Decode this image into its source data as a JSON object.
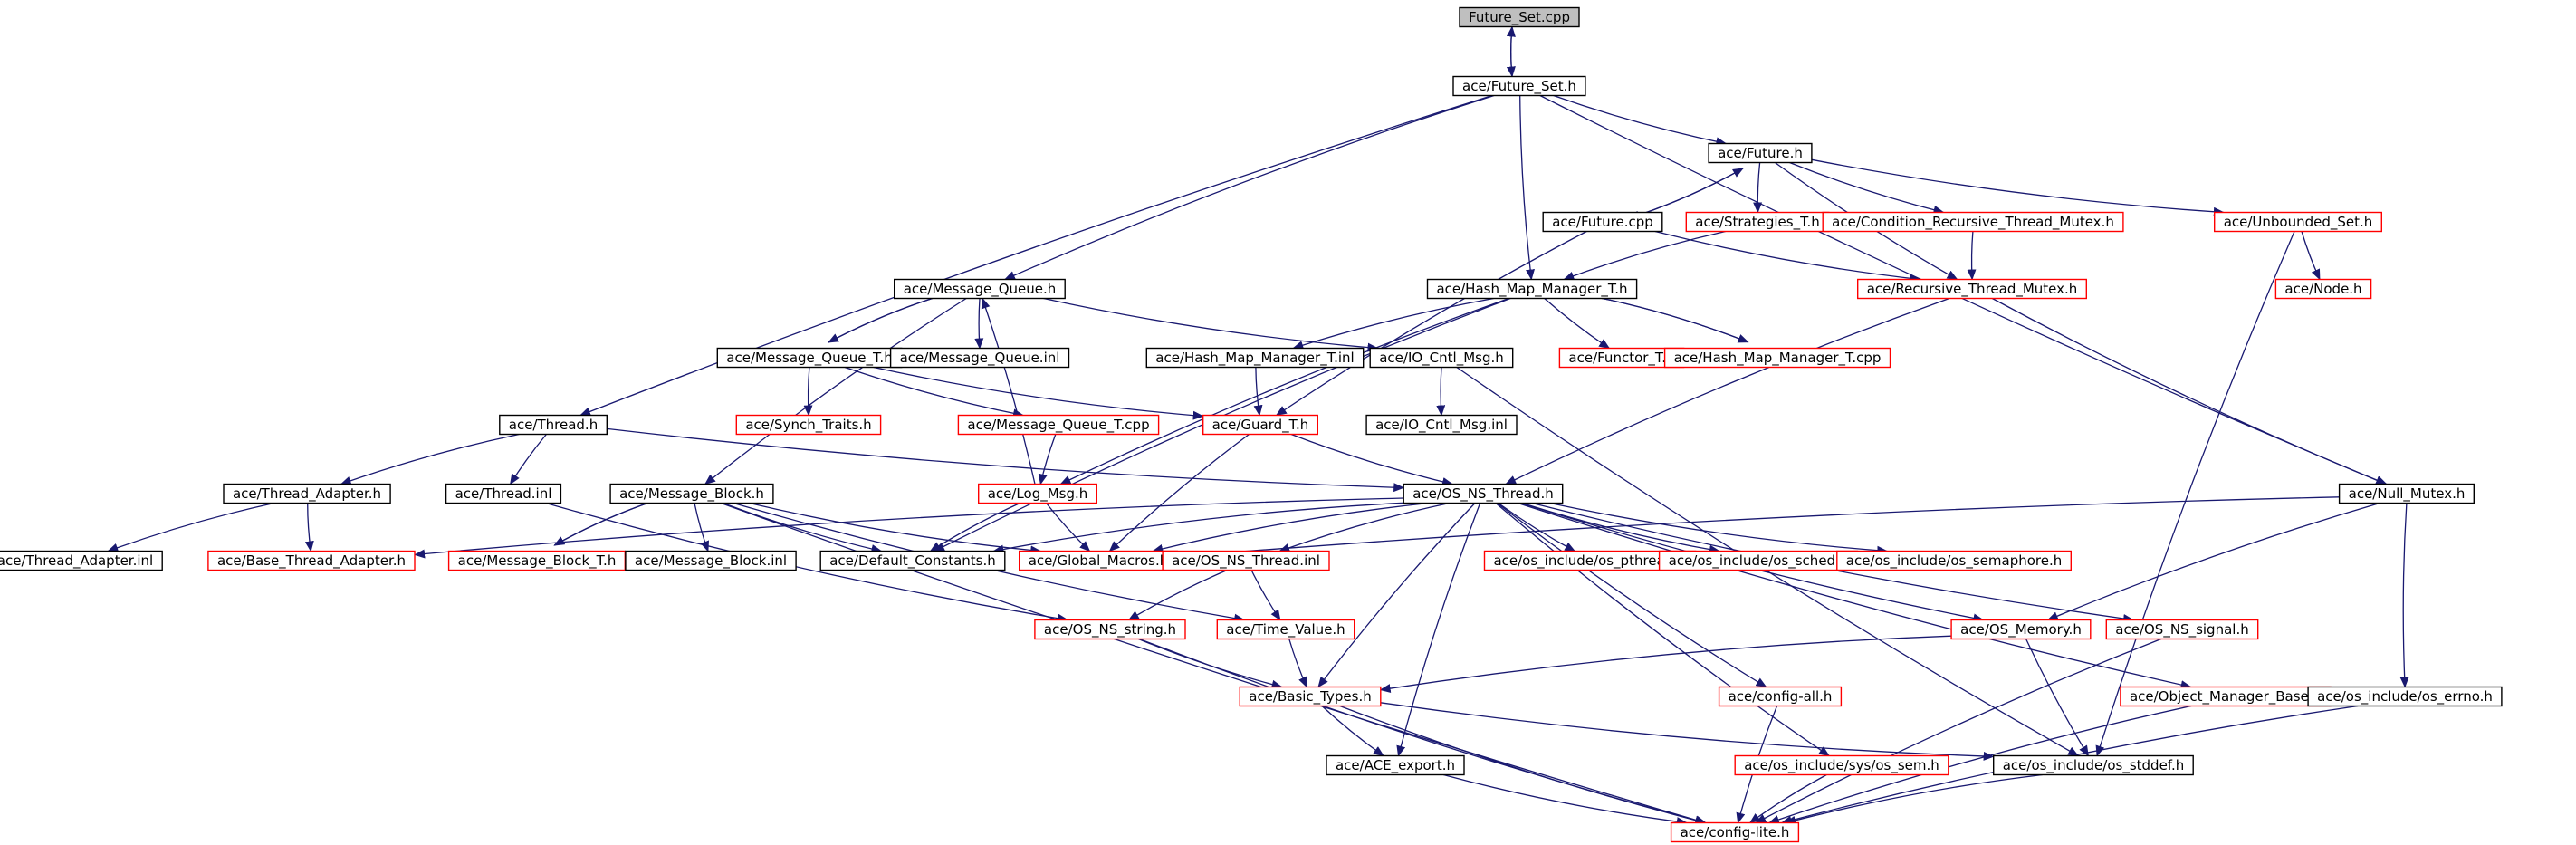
{
  "diagram": {
    "colors": {
      "root_fill": "#bfbfbf",
      "doc_border": "#000000",
      "undoc_border": "#ff0000",
      "edge": "#191970",
      "node_fill": "#ffffff"
    },
    "nodes": [
      {
        "id": "future_set_cpp",
        "label": "Future_Set.cpp",
        "kind": "root"
      },
      {
        "id": "future_set_h",
        "label": "ace/Future_Set.h",
        "kind": "doc"
      },
      {
        "id": "future_h",
        "label": "ace/Future.h",
        "kind": "doc"
      },
      {
        "id": "future_cpp",
        "label": "ace/Future.cpp",
        "kind": "doc"
      },
      {
        "id": "strategies_t_h",
        "label": "ace/Strategies_T.h",
        "kind": "undoc"
      },
      {
        "id": "cond_rec_mutex_h",
        "label": "ace/Condition_Recursive_Thread_Mutex.h",
        "kind": "undoc"
      },
      {
        "id": "unbounded_set_h",
        "label": "ace/Unbounded_Set.h",
        "kind": "undoc"
      },
      {
        "id": "node_h",
        "label": "ace/Node.h",
        "kind": "undoc"
      },
      {
        "id": "message_queue_h",
        "label": "ace/Message_Queue.h",
        "kind": "doc"
      },
      {
        "id": "hash_map_mgr_t_h",
        "label": "ace/Hash_Map_Manager_T.h",
        "kind": "doc"
      },
      {
        "id": "rec_mutex_h",
        "label": "ace/Recursive_Thread_Mutex.h",
        "kind": "undoc"
      },
      {
        "id": "message_queue_t_h",
        "label": "ace/Message_Queue_T.h",
        "kind": "doc"
      },
      {
        "id": "message_queue_inl",
        "label": "ace/Message_Queue.inl",
        "kind": "doc"
      },
      {
        "id": "hash_map_mgr_t_inl",
        "label": "ace/Hash_Map_Manager_T.inl",
        "kind": "doc"
      },
      {
        "id": "io_cntl_msg_h",
        "label": "ace/IO_Cntl_Msg.h",
        "kind": "doc"
      },
      {
        "id": "functor_t_h",
        "label": "ace/Functor_T.h",
        "kind": "undoc"
      },
      {
        "id": "hash_map_mgr_t_cpp",
        "label": "ace/Hash_Map_Manager_T.cpp",
        "kind": "undoc"
      },
      {
        "id": "synch_traits_h",
        "label": "ace/Synch_Traits.h",
        "kind": "undoc"
      },
      {
        "id": "message_queue_t_cpp",
        "label": "ace/Message_Queue_T.cpp",
        "kind": "undoc"
      },
      {
        "id": "guard_t_h",
        "label": "ace/Guard_T.h",
        "kind": "undoc"
      },
      {
        "id": "io_cntl_msg_inl",
        "label": "ace/IO_Cntl_Msg.inl",
        "kind": "doc"
      },
      {
        "id": "thread_h",
        "label": "ace/Thread.h",
        "kind": "doc"
      },
      {
        "id": "thread_adapter_h",
        "label": "ace/Thread_Adapter.h",
        "kind": "doc"
      },
      {
        "id": "thread_inl",
        "label": "ace/Thread.inl",
        "kind": "doc"
      },
      {
        "id": "message_block_h",
        "label": "ace/Message_Block.h",
        "kind": "doc"
      },
      {
        "id": "log_msg_h",
        "label": "ace/Log_Msg.h",
        "kind": "undoc"
      },
      {
        "id": "os_ns_thread_h",
        "label": "ace/OS_NS_Thread.h",
        "kind": "doc"
      },
      {
        "id": "null_mutex_h",
        "label": "ace/Null_Mutex.h",
        "kind": "doc"
      },
      {
        "id": "thread_adapter_inl",
        "label": "ace/Thread_Adapter.inl",
        "kind": "doc"
      },
      {
        "id": "base_thread_adapter_h",
        "label": "ace/Base_Thread_Adapter.h",
        "kind": "undoc"
      },
      {
        "id": "message_block_t_h",
        "label": "ace/Message_Block_T.h",
        "kind": "undoc"
      },
      {
        "id": "message_block_inl",
        "label": "ace/Message_Block.inl",
        "kind": "doc"
      },
      {
        "id": "default_constants_h",
        "label": "ace/Default_Constants.h",
        "kind": "doc"
      },
      {
        "id": "global_macros_h",
        "label": "ace/Global_Macros.h",
        "kind": "undoc"
      },
      {
        "id": "os_ns_thread_inl",
        "label": "ace/OS_NS_Thread.inl",
        "kind": "undoc"
      },
      {
        "id": "os_pthread_h",
        "label": "ace/os_include/os_pthread.h",
        "kind": "undoc"
      },
      {
        "id": "os_sched_h",
        "label": "ace/os_include/os_sched.h",
        "kind": "undoc"
      },
      {
        "id": "os_semaphore_h",
        "label": "ace/os_include/os_semaphore.h",
        "kind": "undoc"
      },
      {
        "id": "os_ns_string_h",
        "label": "ace/OS_NS_string.h",
        "kind": "undoc"
      },
      {
        "id": "time_value_h",
        "label": "ace/Time_Value.h",
        "kind": "undoc"
      },
      {
        "id": "os_memory_h",
        "label": "ace/OS_Memory.h",
        "kind": "undoc"
      },
      {
        "id": "os_ns_signal_h",
        "label": "ace/OS_NS_signal.h",
        "kind": "undoc"
      },
      {
        "id": "basic_types_h",
        "label": "ace/Basic_Types.h",
        "kind": "undoc"
      },
      {
        "id": "config_all_h",
        "label": "ace/config-all.h",
        "kind": "undoc"
      },
      {
        "id": "object_manager_base_h",
        "label": "ace/Object_Manager_Base.h",
        "kind": "undoc"
      },
      {
        "id": "os_errno_h",
        "label": "ace/os_include/os_errno.h",
        "kind": "doc"
      },
      {
        "id": "ace_export_h",
        "label": "ace/ACE_export.h",
        "kind": "doc"
      },
      {
        "id": "os_sys_sem_h",
        "label": "ace/os_include/sys/os_sem.h",
        "kind": "undoc"
      },
      {
        "id": "os_stddef_h",
        "label": "ace/os_include/os_stddef.h",
        "kind": "doc"
      },
      {
        "id": "config_lite_h",
        "label": "ace/config-lite.h",
        "kind": "undoc"
      }
    ],
    "edges": [
      [
        "future_set_cpp",
        "future_set_h"
      ],
      [
        "future_set_h",
        "future_set_cpp"
      ],
      [
        "future_set_h",
        "future_h"
      ],
      [
        "future_set_h",
        "message_queue_h"
      ],
      [
        "future_set_h",
        "hash_map_mgr_t_h"
      ],
      [
        "future_set_h",
        "thread_h"
      ],
      [
        "future_set_h",
        "null_mutex_h"
      ],
      [
        "future_h",
        "future_cpp"
      ],
      [
        "future_cpp",
        "future_h"
      ],
      [
        "future_h",
        "strategies_t_h"
      ],
      [
        "future_h",
        "cond_rec_mutex_h"
      ],
      [
        "future_h",
        "unbounded_set_h"
      ],
      [
        "future_h",
        "rec_mutex_h"
      ],
      [
        "future_cpp",
        "rec_mutex_h"
      ],
      [
        "future_cpp",
        "guard_t_h"
      ],
      [
        "unbounded_set_h",
        "node_h"
      ],
      [
        "unbounded_set_h",
        "os_stddef_h"
      ],
      [
        "strategies_t_h",
        "hash_map_mgr_t_h"
      ],
      [
        "cond_rec_mutex_h",
        "rec_mutex_h"
      ],
      [
        "rec_mutex_h",
        "null_mutex_h"
      ],
      [
        "rec_mutex_h",
        "os_ns_thread_h"
      ],
      [
        "message_queue_h",
        "message_queue_t_h"
      ],
      [
        "message_queue_t_h",
        "message_queue_h"
      ],
      [
        "message_queue_h",
        "message_queue_inl"
      ],
      [
        "message_queue_h",
        "io_cntl_msg_h"
      ],
      [
        "message_queue_h",
        "message_block_h"
      ],
      [
        "message_queue_t_h",
        "synch_traits_h"
      ],
      [
        "message_queue_t_h",
        "message_queue_t_cpp"
      ],
      [
        "message_queue_t_h",
        "guard_t_h"
      ],
      [
        "message_queue_t_cpp",
        "log_msg_h"
      ],
      [
        "log_msg_h",
        "message_queue_h"
      ],
      [
        "hash_map_mgr_t_h",
        "hash_map_mgr_t_inl"
      ],
      [
        "hash_map_mgr_t_h",
        "functor_t_h"
      ],
      [
        "hash_map_mgr_t_h",
        "hash_map_mgr_t_cpp"
      ],
      [
        "hash_map_mgr_t_cpp",
        "hash_map_mgr_t_h"
      ],
      [
        "hash_map_mgr_t_h",
        "log_msg_h"
      ],
      [
        "hash_map_mgr_t_h",
        "default_constants_h"
      ],
      [
        "hash_map_mgr_t_inl",
        "guard_t_h"
      ],
      [
        "io_cntl_msg_h",
        "io_cntl_msg_inl"
      ],
      [
        "io_cntl_msg_h",
        "os_stddef_h"
      ],
      [
        "guard_t_h",
        "os_ns_thread_h"
      ],
      [
        "guard_t_h",
        "global_macros_h"
      ],
      [
        "thread_h",
        "thread_adapter_h"
      ],
      [
        "thread_h",
        "thread_inl"
      ],
      [
        "thread_h",
        "os_ns_thread_h"
      ],
      [
        "thread_adapter_h",
        "thread_adapter_inl"
      ],
      [
        "thread_adapter_h",
        "base_thread_adapter_h"
      ],
      [
        "thread_inl",
        "os_ns_string_h"
      ],
      [
        "message_block_h",
        "message_block_t_h"
      ],
      [
        "message_block_t_h",
        "message_block_h"
      ],
      [
        "message_block_h",
        "message_block_inl"
      ],
      [
        "message_block_h",
        "default_constants_h"
      ],
      [
        "message_block_h",
        "global_macros_h"
      ],
      [
        "message_block_h",
        "time_value_h"
      ],
      [
        "message_block_h",
        "config_lite_h"
      ],
      [
        "log_msg_h",
        "default_constants_h"
      ],
      [
        "log_msg_h",
        "global_macros_h"
      ],
      [
        "os_ns_thread_h",
        "base_thread_adapter_h"
      ],
      [
        "os_ns_thread_h",
        "default_constants_h"
      ],
      [
        "os_ns_thread_h",
        "global_macros_h"
      ],
      [
        "os_ns_thread_h",
        "os_ns_thread_inl"
      ],
      [
        "os_ns_thread_h",
        "os_pthread_h"
      ],
      [
        "os_ns_thread_h",
        "os_sched_h"
      ],
      [
        "os_ns_thread_h",
        "os_semaphore_h"
      ],
      [
        "os_ns_thread_h",
        "os_memory_h"
      ],
      [
        "os_ns_thread_h",
        "os_ns_signal_h"
      ],
      [
        "os_ns_thread_h",
        "basic_types_h"
      ],
      [
        "os_ns_thread_h",
        "ace_export_h"
      ],
      [
        "os_ns_thread_h",
        "config_all_h"
      ],
      [
        "os_ns_thread_h",
        "object_manager_base_h"
      ],
      [
        "os_ns_thread_h",
        "os_sys_sem_h"
      ],
      [
        "null_mutex_h",
        "global_macros_h"
      ],
      [
        "null_mutex_h",
        "os_memory_h"
      ],
      [
        "null_mutex_h",
        "os_errno_h"
      ],
      [
        "os_ns_thread_inl",
        "os_ns_string_h"
      ],
      [
        "os_ns_thread_inl",
        "time_value_h"
      ],
      [
        "os_ns_string_h",
        "basic_types_h"
      ],
      [
        "os_ns_string_h",
        "config_lite_h"
      ],
      [
        "time_value_h",
        "basic_types_h"
      ],
      [
        "os_memory_h",
        "basic_types_h"
      ],
      [
        "os_memory_h",
        "os_stddef_h"
      ],
      [
        "os_ns_signal_h",
        "config_lite_h"
      ],
      [
        "basic_types_h",
        "ace_export_h"
      ],
      [
        "basic_types_h",
        "os_stddef_h"
      ],
      [
        "basic_types_h",
        "config_lite_h"
      ],
      [
        "config_all_h",
        "config_lite_h"
      ],
      [
        "object_manager_base_h",
        "config_lite_h"
      ],
      [
        "os_errno_h",
        "config_lite_h"
      ],
      [
        "ace_export_h",
        "config_lite_h"
      ],
      [
        "os_sys_sem_h",
        "config_lite_h"
      ],
      [
        "os_stddef_h",
        "config_lite_h"
      ]
    ]
  }
}
